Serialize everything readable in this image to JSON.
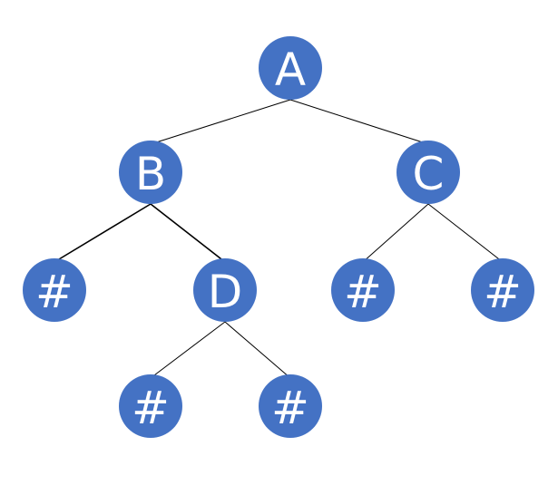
{
  "diagram": {
    "type": "binary-tree",
    "node_color": "#4472C4",
    "label_color": "#FFFFFF",
    "edge_color": "#000000",
    "nodes": [
      {
        "id": "A",
        "label": "A"
      },
      {
        "id": "B",
        "label": "B"
      },
      {
        "id": "C",
        "label": "C"
      },
      {
        "id": "B-left-null",
        "label": "#"
      },
      {
        "id": "D",
        "label": "D"
      },
      {
        "id": "C-left-null",
        "label": "#"
      },
      {
        "id": "C-right-null",
        "label": "#"
      },
      {
        "id": "D-left-null",
        "label": "#"
      },
      {
        "id": "D-right-null",
        "label": "#"
      }
    ],
    "edges": [
      {
        "from": "A",
        "to": "B"
      },
      {
        "from": "A",
        "to": "C"
      },
      {
        "from": "B",
        "to": "B-left-null"
      },
      {
        "from": "B",
        "to": "D"
      },
      {
        "from": "C",
        "to": "C-left-null"
      },
      {
        "from": "C",
        "to": "C-right-null"
      },
      {
        "from": "D",
        "to": "D-left-null"
      },
      {
        "from": "D",
        "to": "D-right-null"
      }
    ]
  }
}
